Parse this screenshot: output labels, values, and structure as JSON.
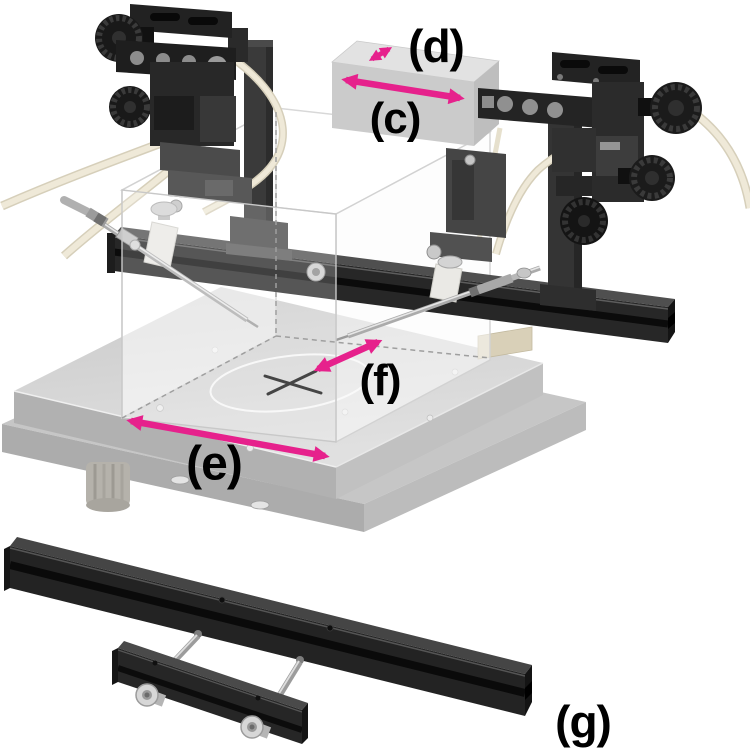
{
  "scene": {
    "background_color": "#ffffff",
    "arrow_color": "#e6218c",
    "label_color": "#000000"
  },
  "annotations": {
    "labels": [
      {
        "id": "c",
        "text": "(c)"
      },
      {
        "id": "d",
        "text": "(d)"
      },
      {
        "id": "e",
        "text": "(e)"
      },
      {
        "id": "f",
        "text": "(f)"
      },
      {
        "id": "g",
        "text": "(g)"
      }
    ],
    "arrows": [
      {
        "id": "c",
        "type": "double-headed",
        "direction": "horizontal-along-block"
      },
      {
        "id": "d",
        "type": "double-headed",
        "direction": "diagonal-block-depth"
      },
      {
        "id": "e",
        "type": "double-headed",
        "direction": "along-base-front-edge"
      },
      {
        "id": "f",
        "type": "double-headed",
        "direction": "from-cross-mark-to-upper-right"
      }
    ]
  }
}
